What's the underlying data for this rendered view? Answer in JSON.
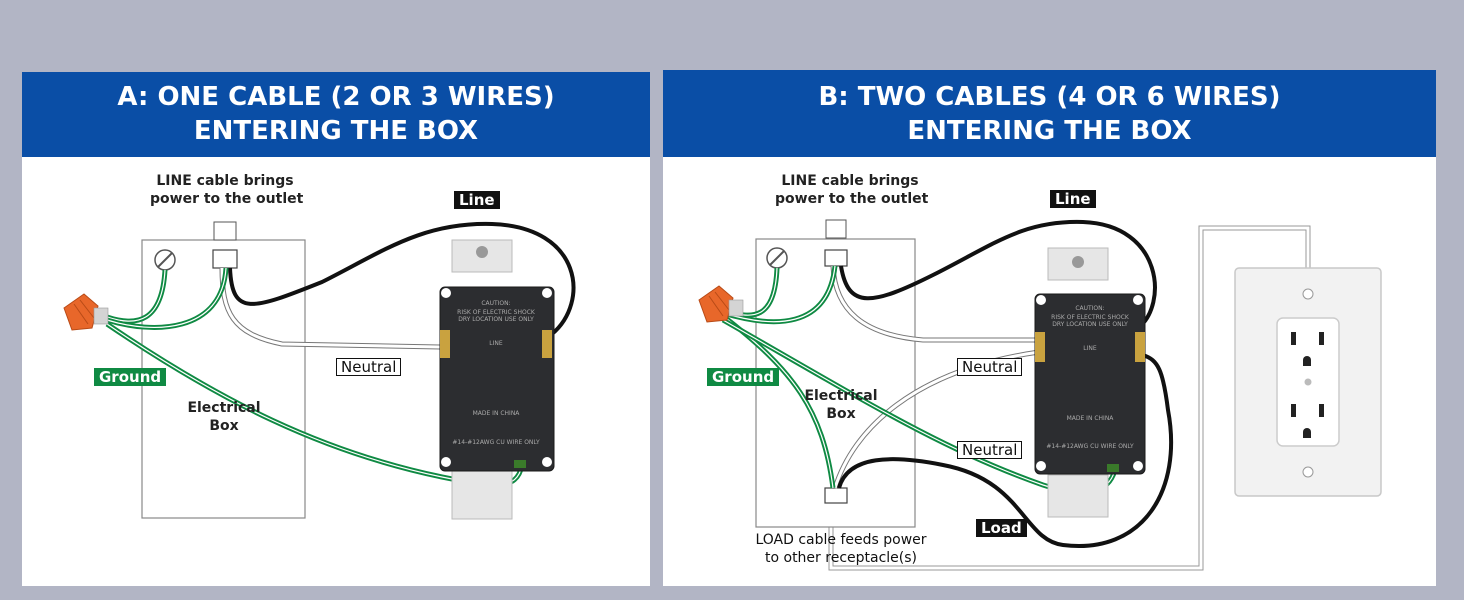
{
  "panel_a": {
    "title_line1": "A: ONE CABLE (2 OR 3 WIRES)",
    "title_line2": "ENTERING THE BOX",
    "line_cable_label_1": "LINE cable brings",
    "line_cable_label_2": "power to the outlet",
    "tag_line": "Line",
    "tag_neutral": "Neutral",
    "tag_ground": "Ground",
    "box_label_1": "Electrical",
    "box_label_2": "Box"
  },
  "panel_b": {
    "title_line1": "B: TWO CABLES (4 OR 6 WIRES)",
    "title_line2": "ENTERING THE BOX",
    "line_cable_label_1": "LINE cable brings",
    "line_cable_label_2": "power to the outlet",
    "tag_line": "Line",
    "tag_neutral_upper": "Neutral",
    "tag_neutral_lower": "Neutral",
    "tag_ground": "Ground",
    "tag_load": "Load",
    "box_label_1": "Electrical",
    "box_label_2": "Box",
    "load_cable_label_1": "LOAD cable feeds power",
    "load_cable_label_2": "to other receptacle(s)"
  },
  "device": {
    "caution_title": "CAUTION:",
    "caution_text_1": "RISK OF ELECTRIC SHOCK",
    "caution_text_2": "DRY LOCATION USE ONLY",
    "terminal_line": "LINE",
    "made_in": "MADE IN CHINA",
    "wire_spec": "#14-#12AWG CU WIRE ONLY"
  },
  "colors": {
    "header_bg": "#0a4ea6",
    "page_bg": "#b2b5c5",
    "ground_green": "#0f8a43",
    "wire_nut": "#e8672a"
  }
}
